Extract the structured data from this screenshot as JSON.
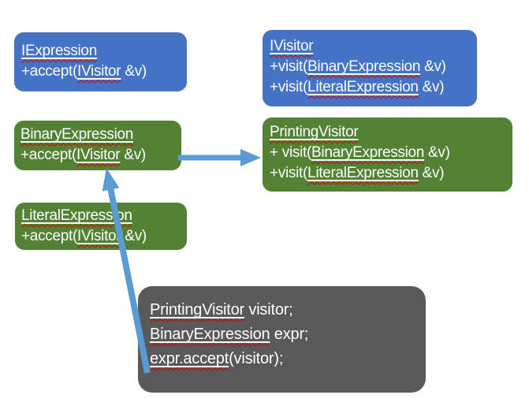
{
  "colors": {
    "background": "#FFFFFF",
    "interface_box": "#4472C4",
    "class_box": "#548235",
    "code_box": "#595959",
    "text": "#FFFFFF",
    "arrow": "#5B9BD5",
    "spellcheck_underline": "#D40000"
  },
  "boxes": {
    "iexpression": {
      "title": "IExpression",
      "lines": [
        [
          {
            "t": "IExpression",
            "m": true
          }
        ],
        [
          {
            "t": "+accept(",
            "m": false
          },
          {
            "t": "IVisitor",
            "m": true
          },
          {
            "t": " &v)",
            "m": false
          }
        ]
      ]
    },
    "ivisitor": {
      "title": "IVisitor",
      "lines": [
        [
          {
            "t": "IVisitor",
            "m": true
          }
        ],
        [
          {
            "t": "+visit(",
            "m": false
          },
          {
            "t": "BinaryExpression",
            "m": true
          },
          {
            "t": " &v)",
            "m": false
          }
        ],
        [
          {
            "t": "+visit(",
            "m": false
          },
          {
            "t": "LiteralExpression",
            "m": true
          },
          {
            "t": " &v)",
            "m": false
          }
        ]
      ]
    },
    "binary_expression": {
      "title": "BinaryExpression",
      "lines": [
        [
          {
            "t": "BinaryExpression",
            "m": true
          }
        ],
        [
          {
            "t": "+accept(",
            "m": false
          },
          {
            "t": "IVisitor",
            "m": true
          },
          {
            "t": " &v)",
            "m": false
          }
        ]
      ]
    },
    "printing_visitor": {
      "title": "PrintingVisitor",
      "lines": [
        [
          {
            "t": "PrintingVisitor",
            "m": true
          }
        ],
        [
          {
            "t": "+ visit(",
            "m": false
          },
          {
            "t": "BinaryExpression",
            "m": true
          },
          {
            "t": " &v)",
            "m": false
          }
        ],
        [
          {
            "t": "+visit(",
            "m": false
          },
          {
            "t": "LiteralExpression",
            "m": true
          },
          {
            "t": " &v)",
            "m": false
          }
        ]
      ]
    },
    "literal_expression": {
      "title": "LiteralExpression",
      "lines": [
        [
          {
            "t": "LiteralExpression",
            "m": true
          }
        ],
        [
          {
            "t": "+accept(",
            "m": false
          },
          {
            "t": "IVisitor",
            "m": true
          },
          {
            "t": " &v)",
            "m": false
          }
        ]
      ]
    },
    "code_snippet": {
      "lines": [
        [
          {
            "t": "PrintingVisitor",
            "m": true
          },
          {
            "t": " visitor;",
            "m": false
          }
        ],
        [
          {
            "t": "BinaryExpression",
            "m": true
          },
          {
            "t": " expr;",
            "m": false
          }
        ],
        [
          {
            "t": "expr.accept",
            "m": true
          },
          {
            "t": "(visitor);",
            "m": false
          }
        ]
      ]
    }
  },
  "arrows": [
    {
      "name": "binary-to-printing-arrow",
      "from": "BinaryExpression",
      "to": "PrintingVisitor",
      "direction": "right"
    },
    {
      "name": "code-to-binary-arrow",
      "from": "code snippet",
      "to": "BinaryExpression",
      "direction": "up"
    }
  ]
}
